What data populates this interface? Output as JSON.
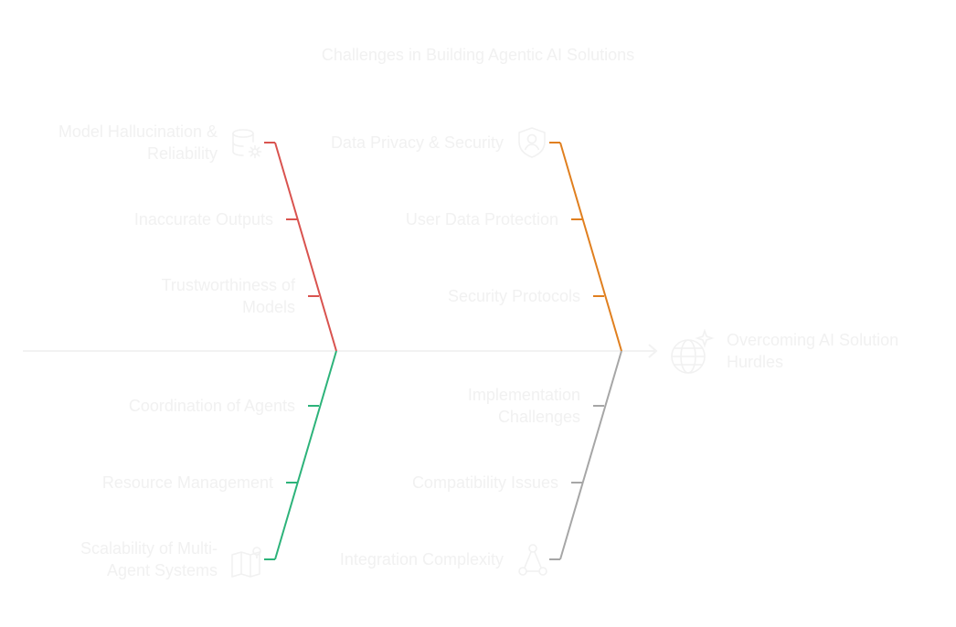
{
  "title": "Challenges in Building Agentic AI Solutions",
  "head": {
    "lines": [
      "Overcoming AI Solution",
      "Hurdles"
    ],
    "icon": "globe-sparkle-icon"
  },
  "colors": {
    "spine": "#f2f2f2",
    "text": "#f1f1f1",
    "icon_stroke": "#f1f1f1",
    "red": "#d9534f",
    "orange": "#e07f1f",
    "green": "#2db37a",
    "gray": "#a6a6a6"
  },
  "branches": {
    "model": {
      "color": "red",
      "title_lines": [
        "Model Hallucination &",
        "Reliability"
      ],
      "icon": "database-gear-icon",
      "causes": [
        {
          "lines": [
            "Inaccurate Outputs"
          ]
        },
        {
          "lines": [
            "Trustworthiness of",
            "Models"
          ]
        }
      ]
    },
    "privacy": {
      "color": "orange",
      "title_lines": [
        "Data Privacy & Security"
      ],
      "icon": "shield-user-icon",
      "causes": [
        {
          "lines": [
            "User Data Protection"
          ]
        },
        {
          "lines": [
            "Security Protocols"
          ]
        }
      ]
    },
    "scalability": {
      "color": "green",
      "title_lines": [
        "Scalability of Multi-",
        "Agent Systems"
      ],
      "icon": "map-pin-icon",
      "causes": [
        {
          "lines": [
            "Coordination of Agents"
          ]
        },
        {
          "lines": [
            "Resource Management"
          ]
        }
      ]
    },
    "integration": {
      "color": "gray",
      "title_lines": [
        "Integration Complexity"
      ],
      "icon": "network-nodes-icon",
      "causes": [
        {
          "lines": [
            "Implementation",
            "Challenges"
          ]
        },
        {
          "lines": [
            "Compatibility Issues"
          ]
        }
      ]
    }
  }
}
